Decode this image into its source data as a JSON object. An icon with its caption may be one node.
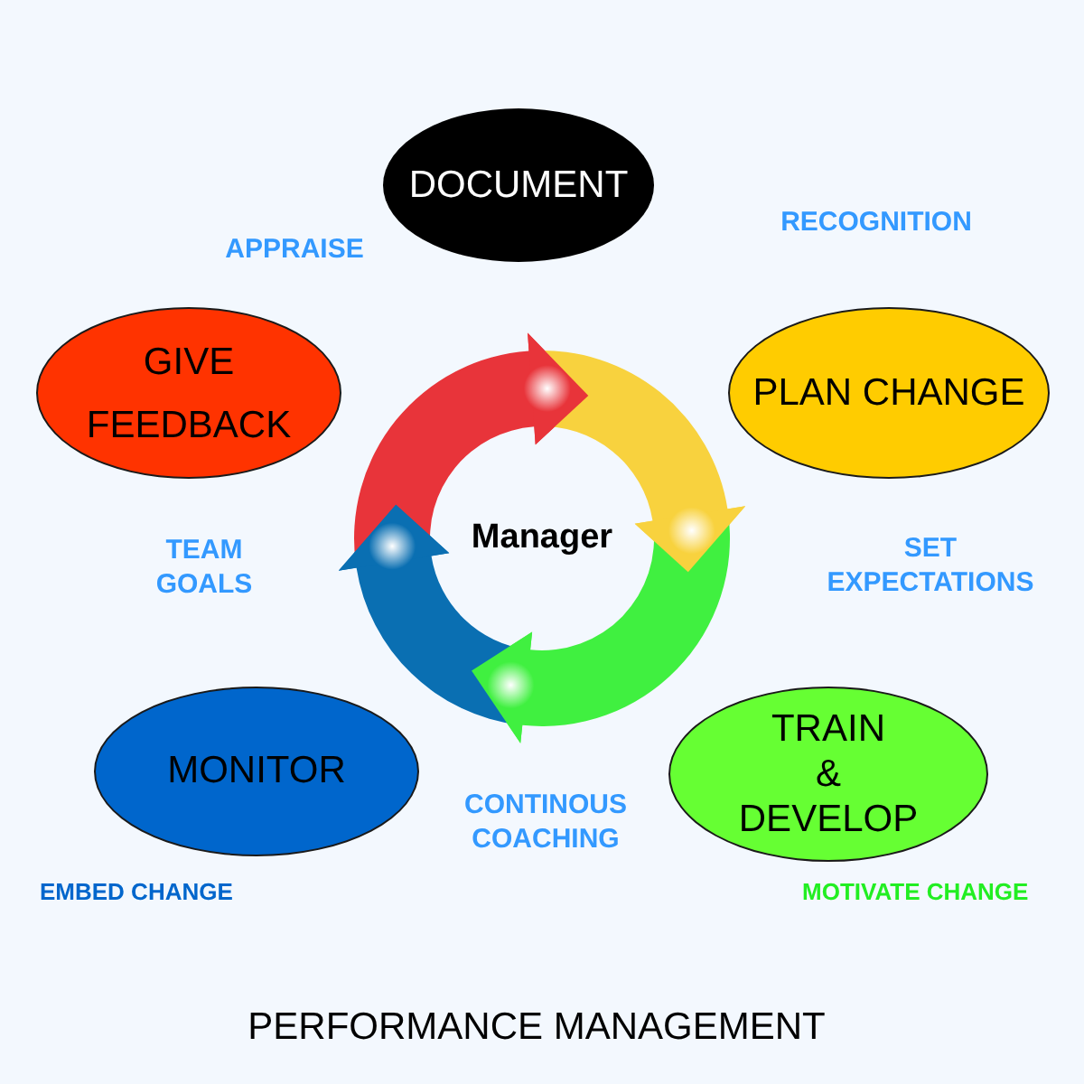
{
  "diagram": {
    "caption": "PERFORMANCE MANAGEMENT",
    "nodes": [
      {
        "text": [
          "DOCUMENT"
        ]
      },
      {
        "text": [
          "GIVE FEEDBACK"
        ]
      },
      {
        "text": [
          "PLAN CHANGE"
        ]
      },
      {
        "text": [
          "Manager"
        ]
      },
      {
        "text": [
          "MONITOR"
        ],
        "beside": [
          "EMBED CHANGE"
        ]
      },
      {
        "text": [
          "TRAIN & DEVELOP"
        ],
        "beside": [
          "MOTIVATE CHANGE"
        ]
      }
    ],
    "labels": [
      "APPRAISE",
      "RECOGNITION",
      "TEAM GOALS",
      "SET EXPECTATIONS",
      "CONTINOUS COACHING"
    ]
  }
}
